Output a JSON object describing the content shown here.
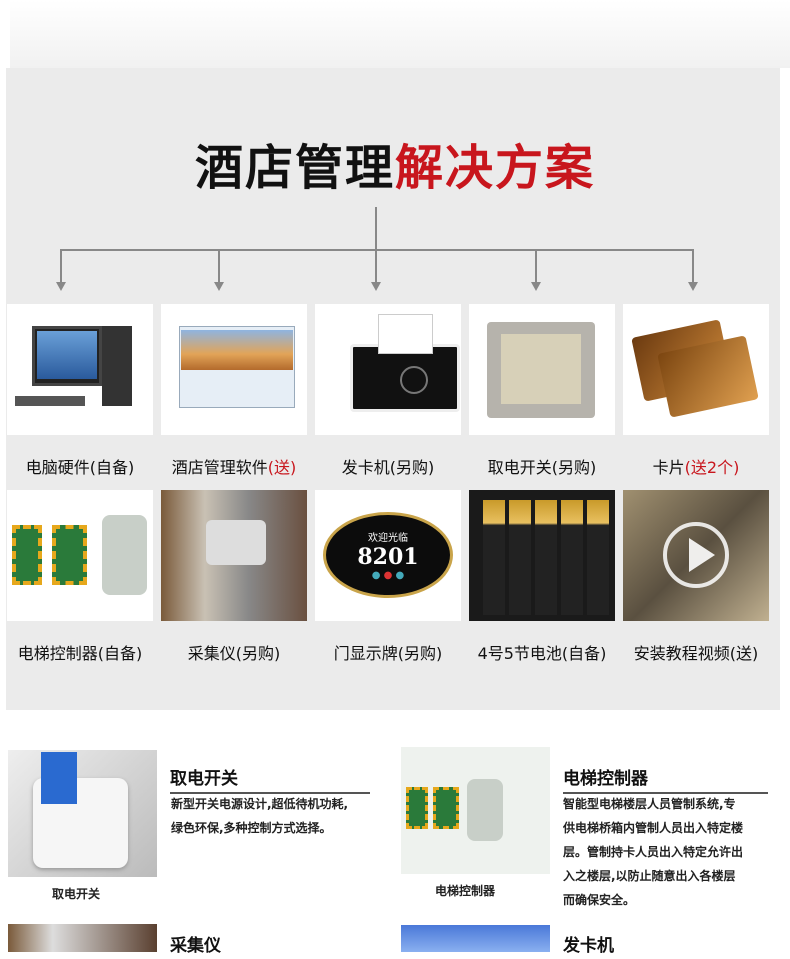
{
  "title": {
    "black": "酒店管理",
    "red": "解决方案"
  },
  "row1": [
    {
      "label": "电脑硬件(自备)",
      "red": ""
    },
    {
      "label": "酒店管理软件",
      "red": "(送)"
    },
    {
      "label": "发卡机(另购)",
      "red": ""
    },
    {
      "label": "取电开关(另购)",
      "red": ""
    },
    {
      "label": "卡片",
      "red": "(送2个)"
    }
  ],
  "row2": [
    {
      "label": "电梯控制器(自备)"
    },
    {
      "label": "采集仪(另购)"
    },
    {
      "label": "门显示牌(另购)"
    },
    {
      "label": "4号5节电池(自备)"
    },
    {
      "label": "安装教程视频(送)"
    }
  ],
  "doorplate": {
    "greeting": "欢迎光临",
    "room": "8201"
  },
  "sections": [
    {
      "title": "取电开关",
      "desc": [
        "新型开关电源设计,超低待机功耗,",
        "绿色环保,多种控制方式选择。"
      ],
      "caption": "取电开关"
    },
    {
      "title": "电梯控制器",
      "desc": [
        "智能型电梯楼层人员管制系统,专",
        "供电梯桥箱内管制人员出入特定楼",
        "层。管制持卡人员出入特定允许出",
        "入之楼层,以防止随意出入各楼层",
        "而确保安全。"
      ],
      "caption": "电梯控制器"
    },
    {
      "title": "采集仪"
    },
    {
      "title": "发卡机"
    }
  ]
}
